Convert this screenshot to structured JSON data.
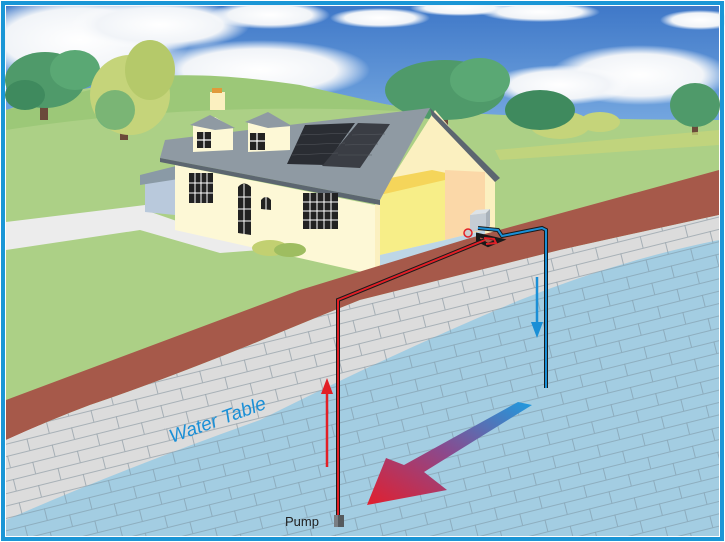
{
  "diagram": {
    "title": "Open-loop ground water heat pump system",
    "labels": {
      "water_table": "Water Table",
      "pump": "Pump"
    },
    "elements": {
      "house": "Two-storey house with dormer windows and rooftop solar panels",
      "heat_pump_unit": "Indoor heat pump unit",
      "supply_pipe": "Red supply pipe from pump to heat pump",
      "return_pipe": "Blue return pipe from heat pump to aquifer",
      "supply_flow_arrow": "Red upward arrow (water drawn up)",
      "return_flow_arrow": "Blue downward arrow (water returned)",
      "groundwater_flow_arrow": "Blue-to-red gradient arrow (groundwater flow)"
    },
    "colors": {
      "frame": "#1a96d6",
      "sky": "#4f86cf",
      "grass": "#acd086",
      "soil": "#a6594a",
      "rock": "#d9d9d9",
      "water": "#9ccbe2",
      "supply_red": "#e21f26",
      "return_blue": "#1a8fd6",
      "label_blue": "#1a8fd6"
    }
  }
}
